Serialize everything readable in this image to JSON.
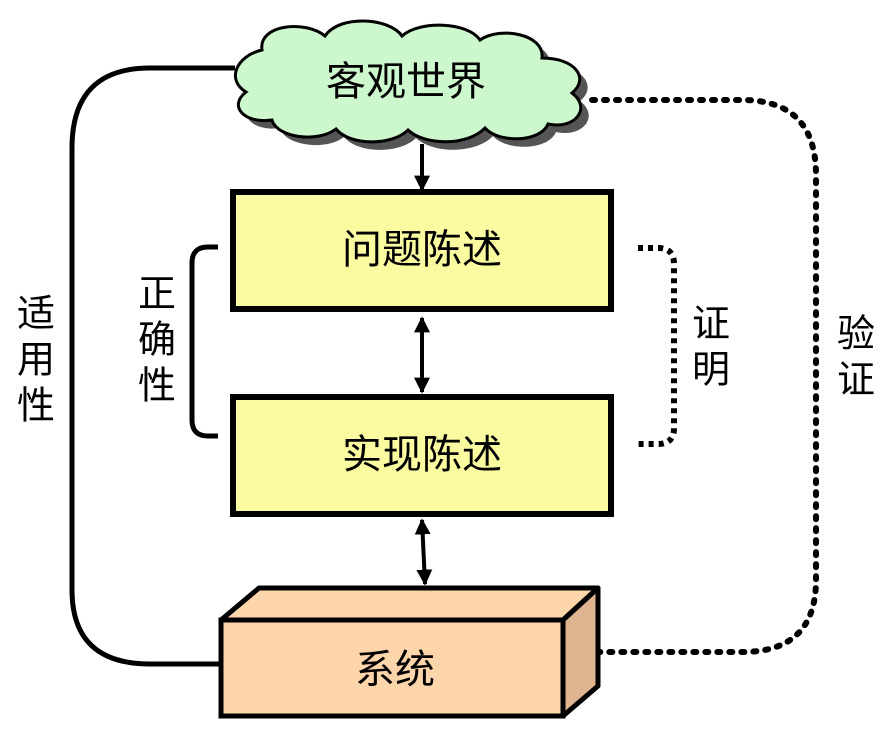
{
  "nodes": {
    "world": {
      "label": "客观世界",
      "fill": "#cdf7cd"
    },
    "problem": {
      "label": "问题陈述",
      "fill": "#fafaa0"
    },
    "implementation": {
      "label": "实现陈述",
      "fill": "#fafaa0"
    },
    "system": {
      "label": "系统",
      "fill": "#fdd5ab",
      "side_fill": "#deb590"
    }
  },
  "relations": {
    "applicability": {
      "chars": [
        "适",
        "用",
        "性"
      ]
    },
    "correctness": {
      "chars": [
        "正",
        "确",
        "性"
      ]
    },
    "proof": {
      "chars": [
        "证",
        "明"
      ]
    },
    "verification": {
      "chars": [
        "验",
        "证"
      ]
    }
  }
}
